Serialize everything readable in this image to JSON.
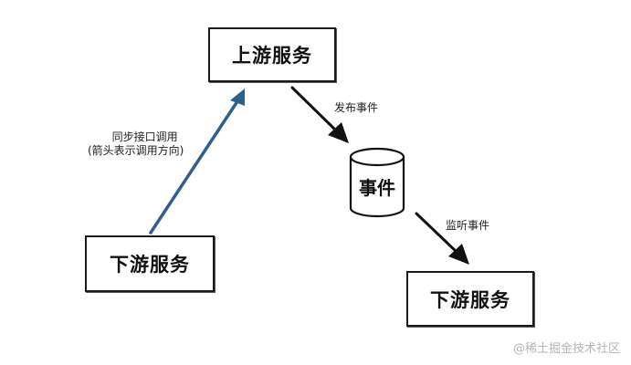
{
  "diagram": {
    "nodes": {
      "upstream_service": "上游服务",
      "event_store": "事件",
      "downstream_service_left": "下游服务",
      "downstream_service_right": "下游服务"
    },
    "edges": {
      "sync_call": {
        "label_line1": "同步接口调用",
        "label_line2": "(箭头表示调用方向)",
        "color": "#2d5f8f"
      },
      "publish_event": {
        "label": "发布事件",
        "color": "#111111"
      },
      "listen_event": {
        "label": "监听事件",
        "color": "#111111"
      }
    }
  },
  "watermark": "@稀土掘金技术社区"
}
